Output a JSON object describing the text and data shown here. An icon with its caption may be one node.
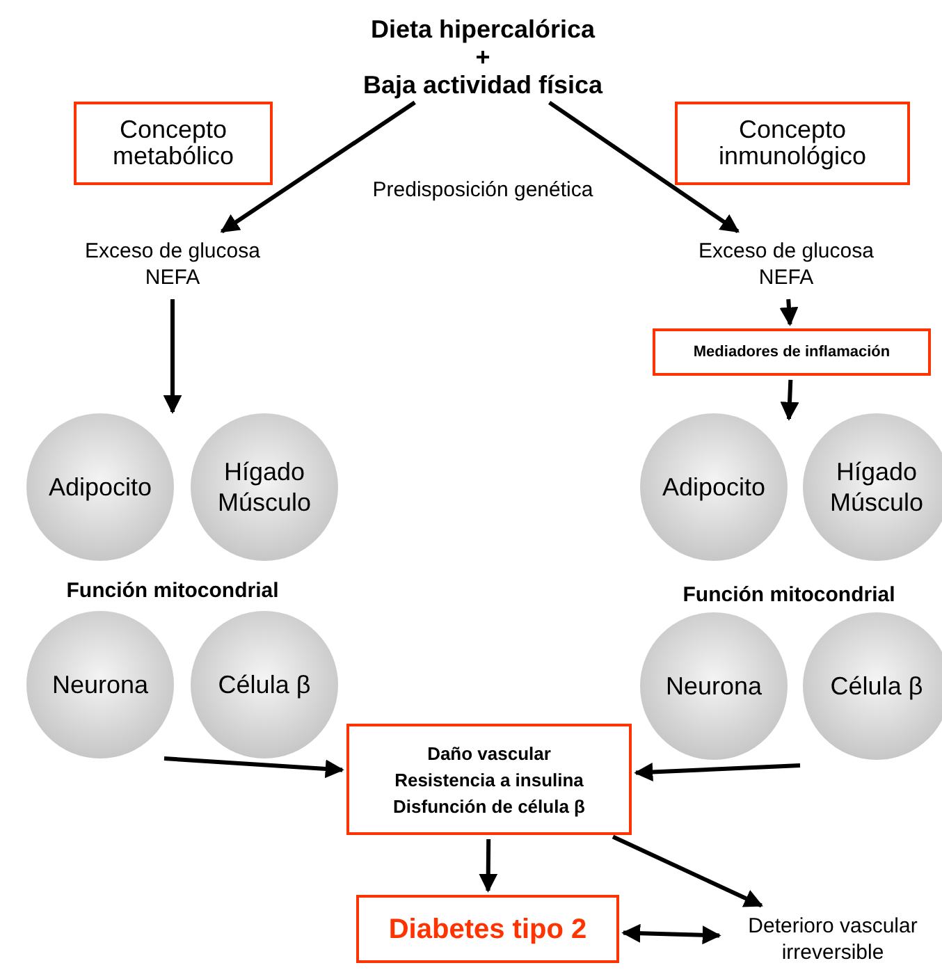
{
  "diagram": {
    "nodes": [
      {
        "text": [
          "Dieta hipercalórica",
          "+",
          "Baja actividad física"
        ]
      },
      {
        "text": [
          "Concepto metabólico"
        ]
      },
      {
        "text": [
          "Concepto inmunológico"
        ]
      },
      {
        "text": [
          "Exceso de glucosa NEFA"
        ]
      },
      {
        "text": [
          "Exceso de glucosa NEFA"
        ]
      },
      {
        "text": [
          "Mediadores de inflamación"
        ]
      },
      {
        "text": [
          "Adipocito"
        ]
      },
      {
        "text": [
          "Hígado Músculo"
        ]
      },
      {
        "text": [
          "Neurona"
        ]
      },
      {
        "text": [
          "Célula β"
        ]
      },
      {
        "text": [
          "Adipocito"
        ]
      },
      {
        "text": [
          "Hígado Músculo"
        ]
      },
      {
        "text": [
          "Neurona"
        ]
      },
      {
        "text": [
          "Célula β"
        ]
      },
      {
        "text": [
          "Daño vascular",
          "Resistencia a insulina",
          "Disfunción de célula β"
        ]
      },
      {
        "text": [
          "Diabetes tipo 2"
        ]
      },
      {
        "text": [
          "Deterioro vascular irreversible"
        ]
      }
    ],
    "edges": [
      {
        "from": 0,
        "to": 3,
        "arrow": "to"
      },
      {
        "from": 0,
        "to": 4,
        "arrow": "to"
      },
      {
        "from": 3,
        "to": 6,
        "arrow": "to"
      },
      {
        "from": 4,
        "to": 5,
        "arrow": "to"
      },
      {
        "from": 5,
        "to": 10,
        "arrow": "to"
      },
      {
        "from": 8,
        "to": 14,
        "arrow": "to"
      },
      {
        "from": 13,
        "to": 14,
        "arrow": "to"
      },
      {
        "from": 14,
        "to": 15,
        "arrow": "to"
      },
      {
        "from": 14,
        "to": 16,
        "arrow": "to"
      },
      {
        "from": 15,
        "to": 16,
        "arrow": "both"
      }
    ],
    "labels": [
      "Predisposición genética",
      "Función mitocondrial",
      "Función mitocondrial"
    ]
  }
}
